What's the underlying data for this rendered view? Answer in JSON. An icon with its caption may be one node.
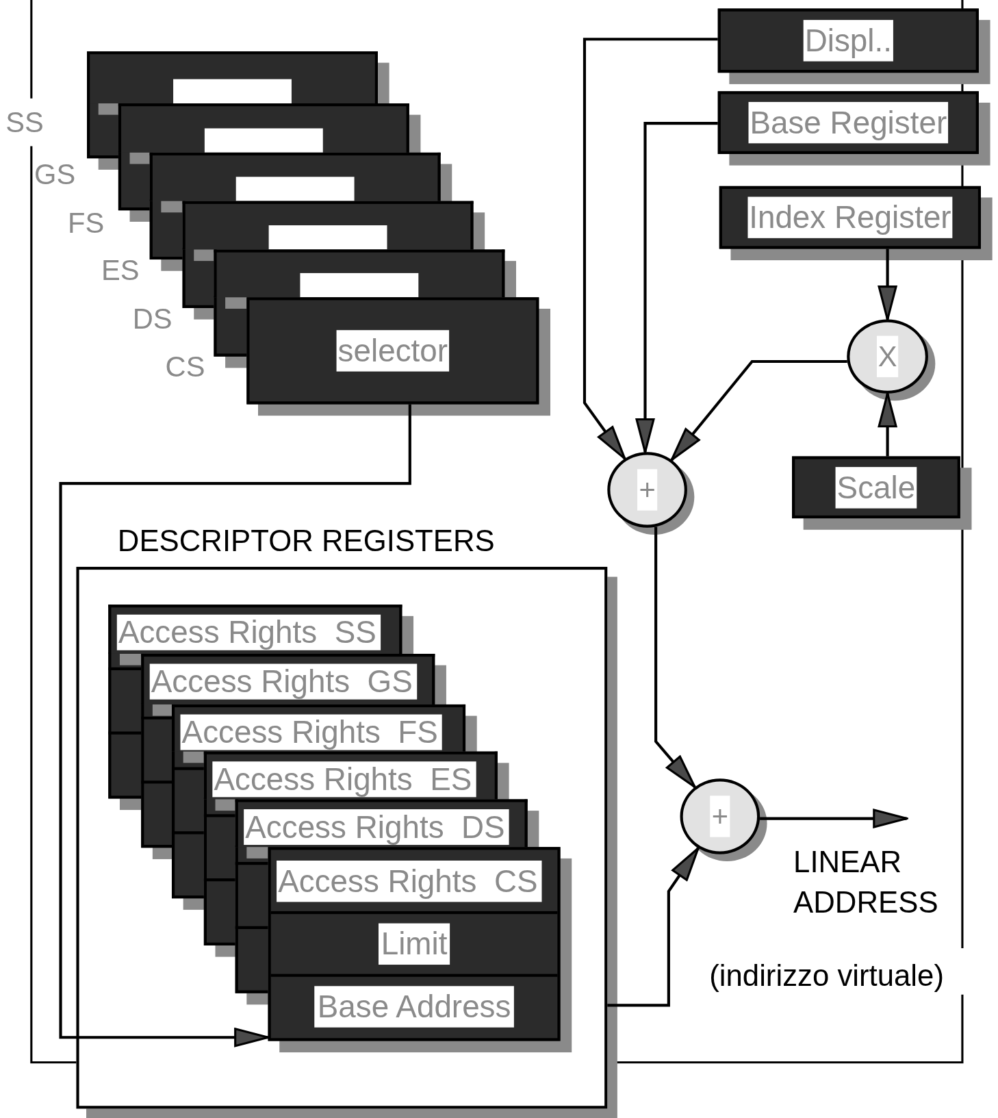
{
  "diagram": {
    "nodes": [
      {
        "text": [],
        "shape": "box"
      },
      {
        "text": [],
        "shape": "box"
      },
      {
        "text": [],
        "shape": "box"
      },
      {
        "text": [],
        "shape": "box"
      },
      {
        "text": [],
        "shape": "box"
      },
      {
        "text": [
          "selector"
        ]
      },
      {
        "text": [
          "Displ.."
        ]
      },
      {
        "text": [
          "Base Register"
        ]
      },
      {
        "text": [
          "Index Register"
        ]
      },
      {
        "text": [
          "X"
        ]
      },
      {
        "text": [
          "Scale"
        ]
      },
      {
        "text": [
          "+"
        ]
      },
      {
        "text": [
          "DESCRIPTOR REGISTERS"
        ]
      },
      {
        "text": [
          "Access Rights  SS"
        ],
        "in": 12
      },
      {
        "text": [
          "Access Rights  GS"
        ],
        "in": 12
      },
      {
        "text": [
          "Access Rights  FS"
        ],
        "in": 12
      },
      {
        "text": [
          "Access Rights  ES"
        ],
        "in": 12
      },
      {
        "text": [
          "Access Rights  DS"
        ],
        "in": 12
      },
      {
        "text": [
          "Access Rights  CS",
          "Limit",
          "Base Address"
        ],
        "in": 12
      },
      {
        "text": [
          "+"
        ]
      }
    ],
    "edges": [
      {
        "from": 6,
        "to": 11,
        "arrow": "to"
      },
      {
        "from": 7,
        "to": 11,
        "arrow": "to"
      },
      {
        "from": 9,
        "to": 11,
        "arrow": "to"
      },
      {
        "from": 8,
        "to": 9,
        "arrow": "to"
      },
      {
        "from": 10,
        "to": 9,
        "arrow": "to"
      },
      {
        "from": 11,
        "to": 19,
        "arrow": "to"
      },
      {
        "from": 12,
        "to": 19,
        "arrow": "to"
      },
      {
        "from": 5,
        "to": 18,
        "arrow": "to"
      },
      {
        "from": 19,
        "to": null,
        "arrow": "to"
      }
    ],
    "labels": [
      "SS",
      "GS",
      "FS",
      "ES",
      "DS",
      "CS",
      "LINEAR ADDRESS",
      "(indirizzo virtuale)"
    ]
  }
}
